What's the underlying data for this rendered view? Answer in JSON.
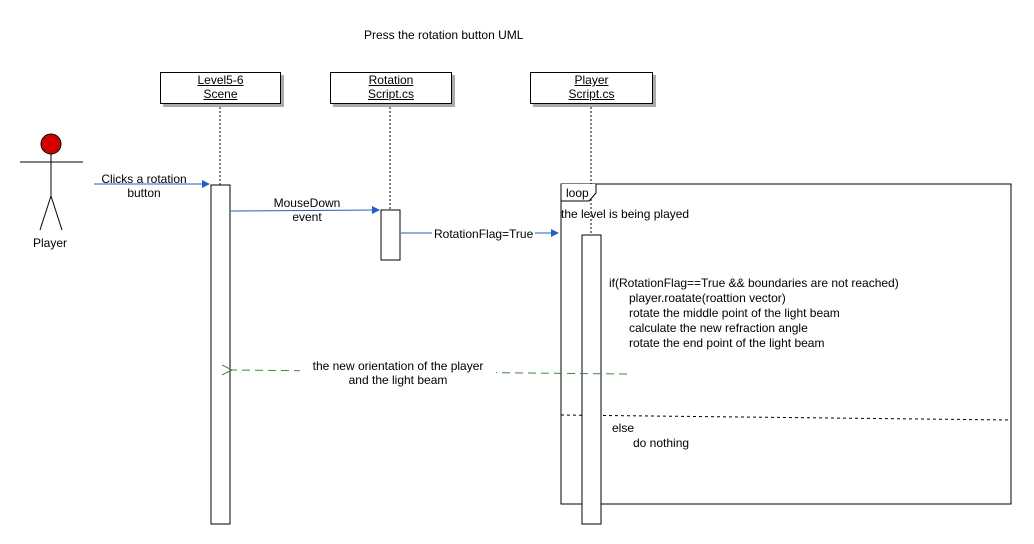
{
  "title": "Press the rotation button UML",
  "actor": {
    "label": "Player"
  },
  "lifelines": [
    {
      "line1": "Level5-6",
      "line2": "Scene"
    },
    {
      "line1": "Rotation",
      "line2": "Script.cs"
    },
    {
      "line1": "Player",
      "line2": "Script.cs"
    }
  ],
  "messages": {
    "clicks_line1": "Clicks a rotation",
    "clicks_line2": "button",
    "mousedown_line1": "MouseDown",
    "mousedown_line2": "event",
    "rotation_flag": "RotationFlag=True",
    "return_line1": "the new orientation of the player",
    "return_line2": "and the light beam"
  },
  "loop_fragment": {
    "label": "loop",
    "guard": "the level is being played",
    "body": [
      "if(RotationFlag==True && boundaries are not reached)",
      "player.roatate(roattion vector)",
      "rotate the middle point of the light beam",
      "calculate the new refraction angle",
      "rotate the end point of the light beam"
    ],
    "else_label": "else",
    "else_body": "do nothing"
  },
  "colors": {
    "actor_head": "#d40000",
    "message_arrow": "#1f5fbf",
    "return_arrow": "#3a8a3a"
  }
}
